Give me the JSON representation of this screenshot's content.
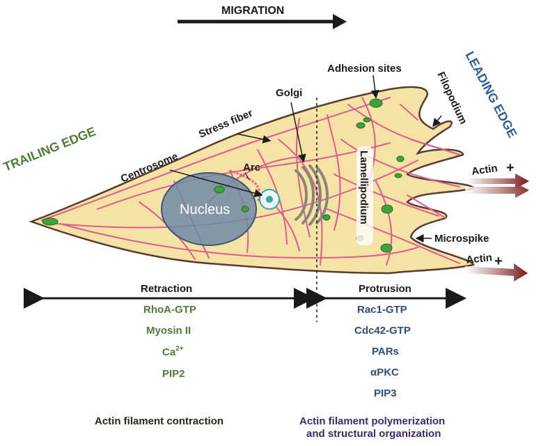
{
  "colors": {
    "cell_fill": "#f5e3a6",
    "cell_outline": "#5a3a2a",
    "actin": "#e05a8c",
    "nucleus": "#6e8aa6",
    "adhesion": "#3fa23a",
    "trailing_text": "#5b8c45",
    "leading_text": "#2f5e95",
    "arrow_dark": "#7a1a1a"
  },
  "header": {
    "migration": "MIGRATION"
  },
  "edges": {
    "trailing": "TRAILING EDGE",
    "leading": "LEADING EDGE"
  },
  "labels": {
    "nucleus": "Nucleus",
    "centrosome": "Centrosome",
    "stress_fiber": "Stress fiber",
    "golgi": "Golgi",
    "arc": "Arc",
    "adhesion_sites": "Adhesion sites",
    "filopodium": "Filopodium",
    "lamellipodium": "Lamellipodium",
    "microspike": "Microspike",
    "actin_top": "Actin",
    "actin_bottom": "Actin",
    "plus_sign": "+"
  },
  "retraction": {
    "title": "Retraction",
    "factors": [
      "RhoA-GTP",
      "Myosin II",
      "Ca",
      "PIP2"
    ],
    "ca_superscript": "2+",
    "summary": "Actin filament contraction"
  },
  "protrusion": {
    "title": "Protrusion",
    "factors": [
      "Rac1-GTP",
      "Cdc42-GTP",
      "PARs",
      "αPKC",
      "PIP3"
    ],
    "summary_line1": "Actin filament polymerization",
    "summary_line2": "and structural organization"
  }
}
